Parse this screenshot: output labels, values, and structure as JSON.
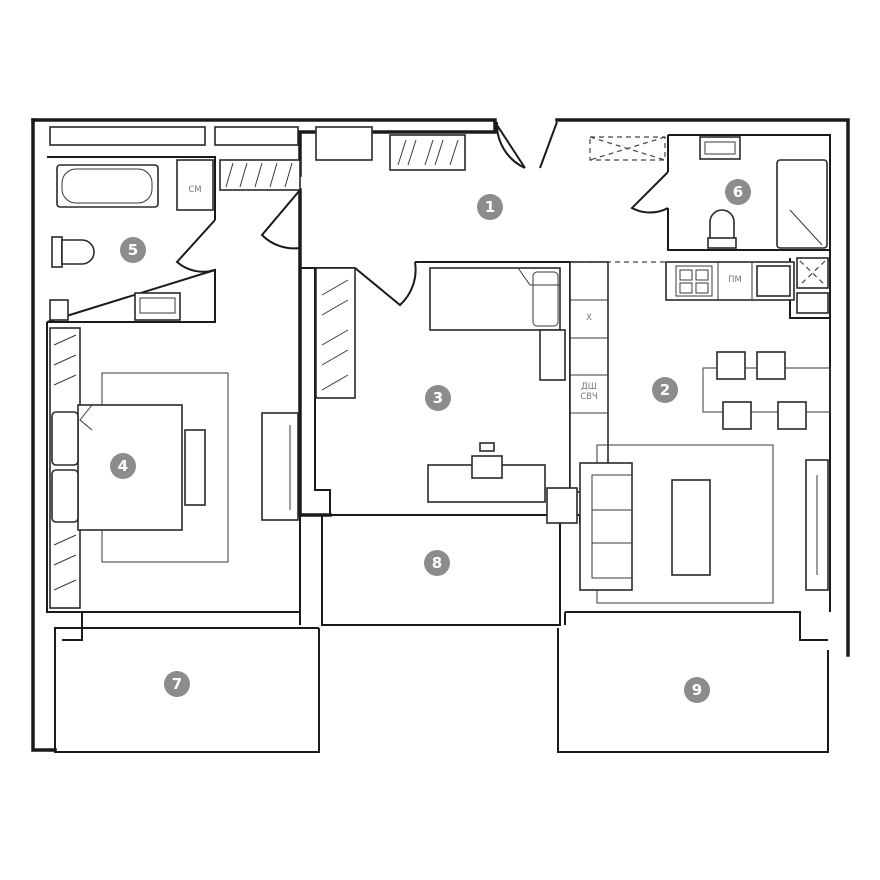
{
  "rooms": [
    {
      "number": "1"
    },
    {
      "number": "2"
    },
    {
      "number": "3"
    },
    {
      "number": "4"
    },
    {
      "number": "5"
    },
    {
      "number": "6"
    },
    {
      "number": "7"
    },
    {
      "number": "8"
    },
    {
      "number": "9"
    }
  ],
  "appliance_labels": {
    "washing_machine": "СМ",
    "fridge": "Х",
    "dishwasher": "ДШ",
    "microwave": "СВЧ",
    "dishwasher_kitchen": "ПМ"
  },
  "colors": {
    "wall": "#1a1a1a",
    "room_marker": "#8c8c8c",
    "label": "#777777"
  }
}
